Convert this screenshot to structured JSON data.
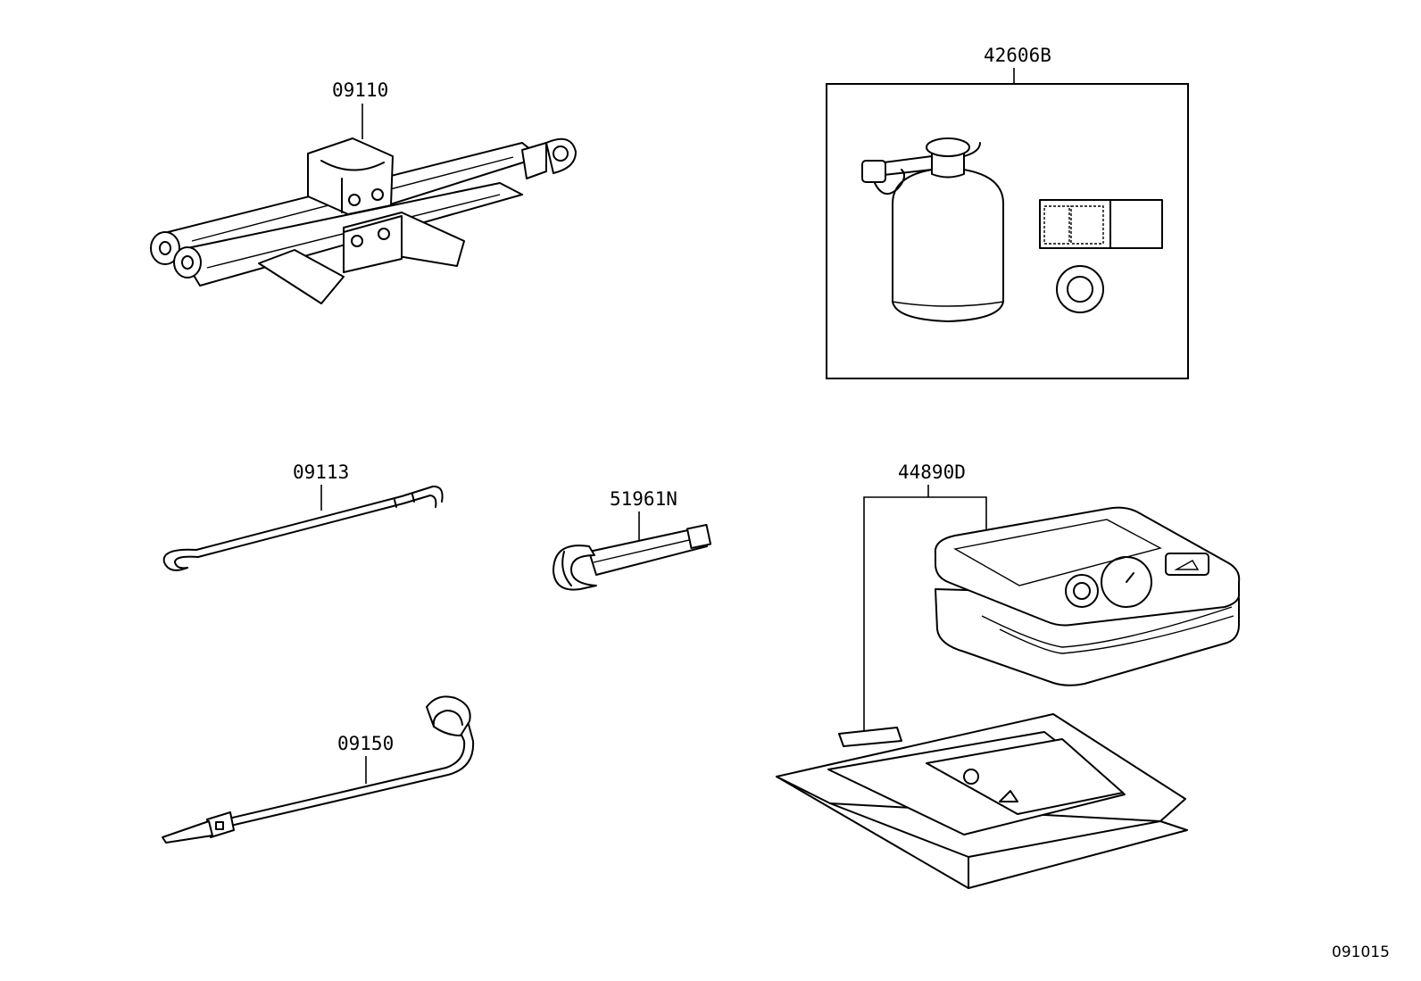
{
  "parts": {
    "jack": "09110",
    "inflator_kit": "42606B",
    "jack_handle": "09113",
    "towing_eye": "51961N",
    "wheel_wrench": "09150",
    "compressor": "44890D"
  },
  "figure_ref": "091015"
}
